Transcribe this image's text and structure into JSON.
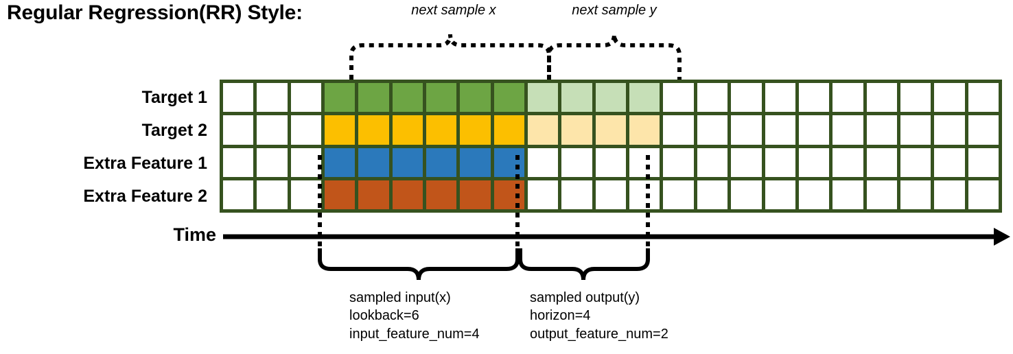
{
  "title": "Regular Regression(RR) Style:",
  "top_annotations": {
    "next_sample_x": "next sample x",
    "next_sample_y": "next sample y"
  },
  "rows": [
    {
      "label": "Target 1",
      "name": "target-1"
    },
    {
      "label": "Target 2",
      "name": "target-2"
    },
    {
      "label": "Extra Feature 1",
      "name": "extra-feature-1"
    },
    {
      "label": "Extra Feature 2",
      "name": "extra-feature-2"
    }
  ],
  "axis": {
    "time_label": "Time"
  },
  "captions": {
    "input": {
      "line1": "sampled input(x)",
      "line2": "lookback=6",
      "line3": "input_feature_num=4"
    },
    "output": {
      "line1": "sampled output(y)",
      "line2": "horizon=4",
      "line3": "output_feature_num=2"
    }
  },
  "chart_data": {
    "type": "heatmap",
    "title": "Regular Regression(RR) Style:",
    "total_columns": 23,
    "lookback": 6,
    "horizon": 4,
    "input_feature_num": 4,
    "output_feature_num": 2,
    "input_start_column": 4,
    "input_end_column": 9,
    "output_start_column": 10,
    "output_end_column": 13,
    "row_names": [
      "Target 1",
      "Target 2",
      "Extra Feature 1",
      "Extra Feature 2"
    ],
    "colors": {
      "grid_border": "#36521f",
      "empty": "#ffffff",
      "target1_input": "#6da544",
      "target1_output": "#c6dfb7",
      "target2_input": "#fcbf00",
      "target2_output": "#fde5aa",
      "extra_feature1_input": "#2b79bb",
      "extra_feature2_input": "#c1551a"
    },
    "cells": [
      [
        "e",
        "e",
        "e",
        "green",
        "green",
        "green",
        "green",
        "green",
        "green",
        "green-lt",
        "green-lt",
        "green-lt",
        "green-lt",
        "e",
        "e",
        "e",
        "e",
        "e",
        "e",
        "e",
        "e",
        "e",
        "e"
      ],
      [
        "e",
        "e",
        "e",
        "yellow",
        "yellow",
        "yellow",
        "yellow",
        "yellow",
        "yellow",
        "yellow-lt",
        "yellow-lt",
        "yellow-lt",
        "yellow-lt",
        "e",
        "e",
        "e",
        "e",
        "e",
        "e",
        "e",
        "e",
        "e",
        "e"
      ],
      [
        "e",
        "e",
        "e",
        "blue",
        "blue",
        "blue",
        "blue",
        "blue",
        "blue",
        "e",
        "e",
        "e",
        "e",
        "e",
        "e",
        "e",
        "e",
        "e",
        "e",
        "e",
        "e",
        "e",
        "e"
      ],
      [
        "e",
        "e",
        "e",
        "orange",
        "orange",
        "orange",
        "orange",
        "orange",
        "orange",
        "e",
        "e",
        "e",
        "e",
        "e",
        "e",
        "e",
        "e",
        "e",
        "e",
        "e",
        "e",
        "e",
        "e"
      ]
    ]
  }
}
